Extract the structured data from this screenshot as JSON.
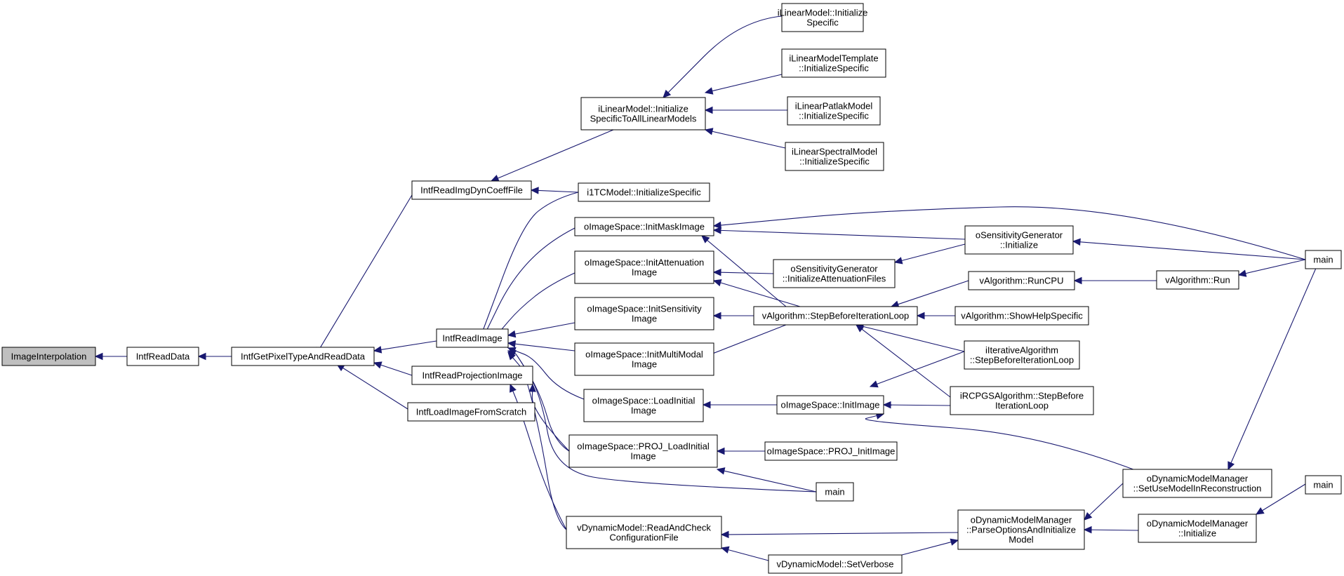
{
  "colors": {
    "edge": "#191970",
    "root_fill": "#bfbfbf",
    "node_fill": "#ffffff",
    "border": "#000000"
  },
  "nodes": {
    "n1": {
      "lines": [
        "ImageInterpolation"
      ],
      "root": true
    },
    "n2": {
      "lines": [
        "IntfReadData"
      ]
    },
    "n3": {
      "lines": [
        "IntfGetPixelTypeAndReadData"
      ]
    },
    "n4": {
      "lines": [
        "IntfReadImgDynCoeffFile"
      ]
    },
    "n5": {
      "lines": [
        "IntfReadImage"
      ]
    },
    "n6": {
      "lines": [
        "IntfReadProjectionImage"
      ]
    },
    "n7": {
      "lines": [
        "IntfLoadImageFromScratch"
      ]
    },
    "n8": {
      "lines": [
        "iLinearModel::Initialize",
        "SpecificToAllLinearModels"
      ]
    },
    "n9": {
      "lines": [
        "i1TCModel::InitializeSpecific"
      ]
    },
    "n10": {
      "lines": [
        "oImageSpace::InitMaskImage"
      ]
    },
    "n11": {
      "lines": [
        "oImageSpace::InitAttenuation",
        "Image"
      ]
    },
    "n12": {
      "lines": [
        "oImageSpace::InitSensitivity",
        "Image"
      ]
    },
    "n13": {
      "lines": [
        "oImageSpace::InitMultiModal",
        "Image"
      ]
    },
    "n14": {
      "lines": [
        "oImageSpace::LoadInitial",
        "Image"
      ]
    },
    "n15": {
      "lines": [
        "oImageSpace::PROJ_LoadInitial",
        "Image"
      ]
    },
    "n16": {
      "lines": [
        "vDynamicModel::ReadAndCheck",
        "ConfigurationFile"
      ]
    },
    "n17": {
      "lines": [
        "iLinearModel::Initialize",
        "Specific"
      ]
    },
    "n18": {
      "lines": [
        "iLinearModelTemplate",
        "::InitializeSpecific"
      ]
    },
    "n19": {
      "lines": [
        "iLinearPatlakModel",
        "::InitializeSpecific"
      ]
    },
    "n20": {
      "lines": [
        "iLinearSpectralModel",
        "::InitializeSpecific"
      ]
    },
    "n21": {
      "lines": [
        "oSensitivityGenerator",
        "::InitializeAttenuationFiles"
      ]
    },
    "n22": {
      "lines": [
        "vAlgorithm::StepBeforeIterationLoop"
      ]
    },
    "n23": {
      "lines": [
        "oImageSpace::InitImage"
      ]
    },
    "n24": {
      "lines": [
        "oImageSpace::PROJ_InitImage"
      ]
    },
    "n25": {
      "lines": [
        "main"
      ]
    },
    "n26": {
      "lines": [
        "vDynamicModel::SetVerbose"
      ]
    },
    "n27": {
      "lines": [
        "oSensitivityGenerator",
        "::Initialize"
      ]
    },
    "n28": {
      "lines": [
        "vAlgorithm::RunCPU"
      ]
    },
    "n29": {
      "lines": [
        "vAlgorithm::ShowHelpSpecific"
      ]
    },
    "n30": {
      "lines": [
        "iIterativeAlgorithm",
        "::StepBeforeIterationLoop"
      ]
    },
    "n31": {
      "lines": [
        "iRCPGSAlgorithm::StepBefore",
        "IterationLoop"
      ]
    },
    "n32": {
      "lines": [
        "oDynamicModelManager",
        "::ParseOptionsAndInitialize",
        "Model"
      ]
    },
    "n33": {
      "lines": [
        "vAlgorithm::Run"
      ]
    },
    "n34": {
      "lines": [
        "oDynamicModelManager",
        "::SetUseModelInReconstruction"
      ]
    },
    "n35": {
      "lines": [
        "oDynamicModelManager",
        "::Initialize"
      ]
    },
    "n36": {
      "lines": [
        "main"
      ]
    },
    "n37": {
      "lines": [
        "main"
      ]
    }
  },
  "edges": [
    [
      "n2",
      "n1"
    ],
    [
      "n3",
      "n2"
    ],
    [
      "n4",
      "n3"
    ],
    [
      "n5",
      "n3"
    ],
    [
      "n6",
      "n3"
    ],
    [
      "n7",
      "n3"
    ],
    [
      "n8",
      "n4"
    ],
    [
      "n9",
      "n4"
    ],
    [
      "n17",
      "n8"
    ],
    [
      "n18",
      "n8"
    ],
    [
      "n19",
      "n8"
    ],
    [
      "n20",
      "n8"
    ],
    [
      "n9",
      "n5"
    ],
    [
      "n10",
      "n5"
    ],
    [
      "n11",
      "n5"
    ],
    [
      "n12",
      "n5"
    ],
    [
      "n13",
      "n5"
    ],
    [
      "n14",
      "n5"
    ],
    [
      "n15",
      "n5"
    ],
    [
      "n16",
      "n5"
    ],
    [
      "n25",
      "n5"
    ],
    [
      "n15",
      "n6"
    ],
    [
      "n16",
      "n6"
    ],
    [
      "n36",
      "n10"
    ],
    [
      "n27",
      "n10"
    ],
    [
      "n22",
      "n10"
    ],
    [
      "n21",
      "n11"
    ],
    [
      "n22",
      "n11"
    ],
    [
      "n22",
      "n12"
    ],
    [
      "n22",
      "n13"
    ],
    [
      "n23",
      "n14"
    ],
    [
      "n24",
      "n15"
    ],
    [
      "n25",
      "n15"
    ],
    [
      "n32",
      "n16"
    ],
    [
      "n26",
      "n16"
    ],
    [
      "n27",
      "n21"
    ],
    [
      "n36",
      "n27"
    ],
    [
      "n28",
      "n22"
    ],
    [
      "n29",
      "n22"
    ],
    [
      "n30",
      "n22"
    ],
    [
      "n31",
      "n22"
    ],
    [
      "n30",
      "n23"
    ],
    [
      "n31",
      "n23"
    ],
    [
      "n37",
      "n23"
    ],
    [
      "n33",
      "n28"
    ],
    [
      "n36",
      "n33"
    ],
    [
      "n26",
      "n32"
    ],
    [
      "n34",
      "n32"
    ],
    [
      "n35",
      "n32"
    ],
    [
      "n36",
      "n34"
    ],
    [
      "n37",
      "n35"
    ]
  ]
}
